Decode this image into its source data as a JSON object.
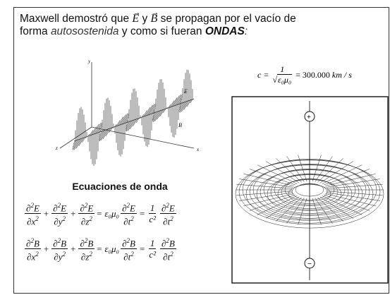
{
  "intro": {
    "line1_pre": "Maxwell demostró que",
    "vec_e": "E",
    "conj": "y",
    "vec_b": "B",
    "line1_post": "se propagan por el vacío de",
    "line2_pre": "forma",
    "line2_italic": "autosostenida",
    "line2_mid": "y como si fueran",
    "line2_bold": "ONDAS",
    "line2_end": ":"
  },
  "speed_formula": {
    "lhs": "c =",
    "numerator": "1",
    "denominator": "ε₀μ₀",
    "rhs": "= 300.000",
    "unit": "km / s"
  },
  "wave_figure": {
    "axis_y": "y",
    "axis_z": "z",
    "axis_x": "x",
    "label_e": "E",
    "label_b": "B"
  },
  "equations": {
    "title": "Ecuaciones de onda",
    "e_field": {
      "symbol": "E",
      "c_num": "1",
      "c_den": "c²",
      "eps_mu": "= ε₀μ₀"
    },
    "b_field": {
      "symbol": "B",
      "c_num": "1",
      "c_den": "c²",
      "eps_mu": "= ε₀μ₀"
    }
  },
  "cavity_figure": {
    "plus_symbol": "+",
    "minus_symbol": "−"
  }
}
